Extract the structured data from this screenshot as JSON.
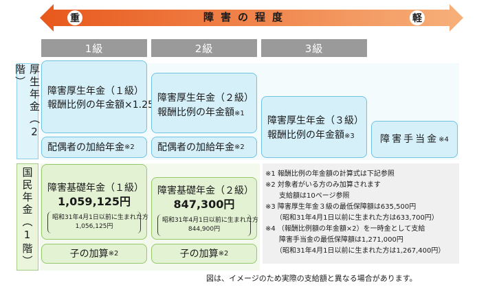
{
  "arrow": {
    "title": "障害の程度",
    "left_end": "重",
    "right_end": "軽",
    "colors": {
      "start": "#e8581c",
      "end": "#f7b07a"
    }
  },
  "grades": [
    "1級",
    "2級",
    "3級"
  ],
  "sections": {
    "kousei_label": "厚生年金（2階）",
    "kokumin_label": "国民年金（1階）"
  },
  "kousei": {
    "g1": {
      "title": "障害厚生年金（１級）",
      "line2": "報酬比例の年金額×1.25"
    },
    "g1_spouse": {
      "text": "配偶者の加給年金",
      "mark": "※2"
    },
    "g2": {
      "title": "障害厚生年金（２級）",
      "line2": "報酬比例の年金額",
      "mark": "※1"
    },
    "g2_spouse": {
      "text": "配偶者の加給年金",
      "mark": "※2"
    },
    "g3": {
      "title": "障害厚生年金（３級）",
      "line2": "報酬比例の年金額",
      "mark": "※3"
    },
    "teate": {
      "text": "障害手当金",
      "mark": "※4"
    }
  },
  "kokumin": {
    "g1": {
      "title": "障害基礎年金（１級）",
      "amount": "1,059,125円",
      "old_label": "昭和31年4月1日以前に生まれた方",
      "old_amount": "1,056,125円"
    },
    "g1_child": {
      "text": "子の加算",
      "mark": "※2"
    },
    "g2": {
      "title": "障害基礎年金（２級）",
      "amount": "847,300円",
      "old_label": "昭和31年4月1日以前に生まれた方",
      "old_amount": "844,900円"
    },
    "g2_child": {
      "text": "子の加算",
      "mark": "※2"
    }
  },
  "notes": [
    "※1 報酬比例の年金額の計算式は下記参照",
    "※2 対象者がいる方のみ加算されます",
    "　　支給額は10ページ参照",
    "※3 障害厚生年金３級の最低保障額は635,500円",
    "　　（昭和31年4月1日以前に生まれた方は633,700円）",
    "※4 （報酬比例額の年金額×2）を一時金として支給",
    "　　障害手当金の最低保障額は1,271,000円",
    "　　（昭和31年4月1日以前に生まれた方は1,267,400円）"
  ],
  "caption": "図は、イメージのため実際の支給額と異なる場合があります。"
}
